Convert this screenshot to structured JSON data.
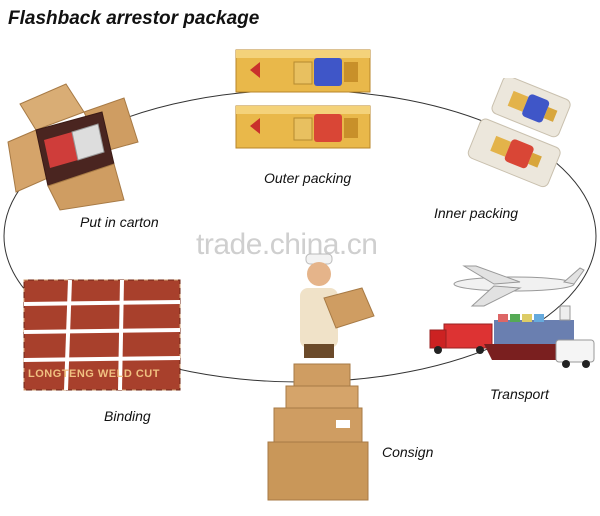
{
  "title": "Flashback arrestor package",
  "watermark": "trade.china.cn",
  "steps": {
    "outer_packing": "Outer packing",
    "inner_packing": "Inner packing",
    "put_in_carton": "Put in carton",
    "binding": "Binding",
    "consign": "Consign",
    "transport": "Transport"
  },
  "bundle_print": "LONGTENG WELD CUT",
  "colors": {
    "box_yellow": "#e9b84a",
    "cardboard": "#cf9d62",
    "bundle_red": "#a8402c",
    "blue_cap": "#3f56c8",
    "red_cap": "#d94636"
  }
}
